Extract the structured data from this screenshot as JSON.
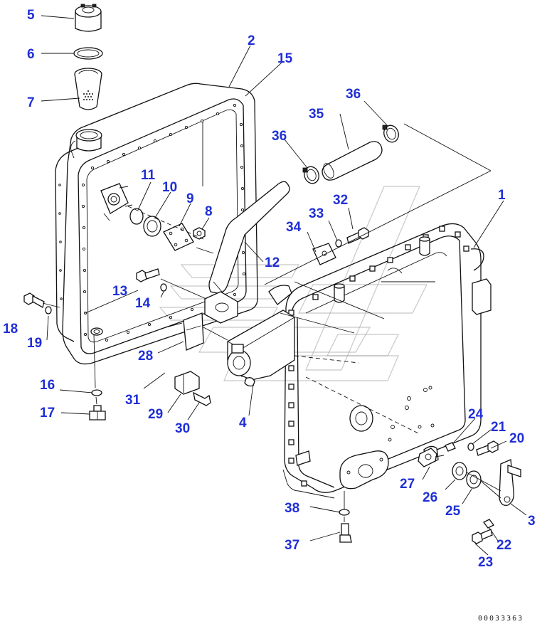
{
  "figure_number": "00033363",
  "callouts": [
    {
      "id": "c1",
      "label": "1"
    },
    {
      "id": "c2",
      "label": "2"
    },
    {
      "id": "c3",
      "label": "3"
    },
    {
      "id": "c4",
      "label": "4"
    },
    {
      "id": "c5",
      "label": "5"
    },
    {
      "id": "c6",
      "label": "6"
    },
    {
      "id": "c7",
      "label": "7"
    },
    {
      "id": "c8",
      "label": "8"
    },
    {
      "id": "c9",
      "label": "9"
    },
    {
      "id": "c10",
      "label": "10"
    },
    {
      "id": "c11",
      "label": "11"
    },
    {
      "id": "c12",
      "label": "12"
    },
    {
      "id": "c13",
      "label": "13"
    },
    {
      "id": "c14",
      "label": "14"
    },
    {
      "id": "c15",
      "label": "15"
    },
    {
      "id": "c16",
      "label": "16"
    },
    {
      "id": "c17",
      "label": "17"
    },
    {
      "id": "c18",
      "label": "18"
    },
    {
      "id": "c19",
      "label": "19"
    },
    {
      "id": "c20",
      "label": "20"
    },
    {
      "id": "c21",
      "label": "21"
    },
    {
      "id": "c22",
      "label": "22"
    },
    {
      "id": "c23",
      "label": "23"
    },
    {
      "id": "c24",
      "label": "24"
    },
    {
      "id": "c25",
      "label": "25"
    },
    {
      "id": "c26",
      "label": "26"
    },
    {
      "id": "c27",
      "label": "27"
    },
    {
      "id": "c28",
      "label": "28"
    },
    {
      "id": "c29",
      "label": "29"
    },
    {
      "id": "c30",
      "label": "30"
    },
    {
      "id": "c31",
      "label": "31"
    },
    {
      "id": "c32",
      "label": "32"
    },
    {
      "id": "c33",
      "label": "33"
    },
    {
      "id": "c34",
      "label": "34"
    },
    {
      "id": "c35",
      "label": "35"
    },
    {
      "id": "c36a",
      "label": "36"
    },
    {
      "id": "c36b",
      "label": "36"
    },
    {
      "id": "c37",
      "label": "37"
    },
    {
      "id": "c38",
      "label": "38"
    }
  ]
}
